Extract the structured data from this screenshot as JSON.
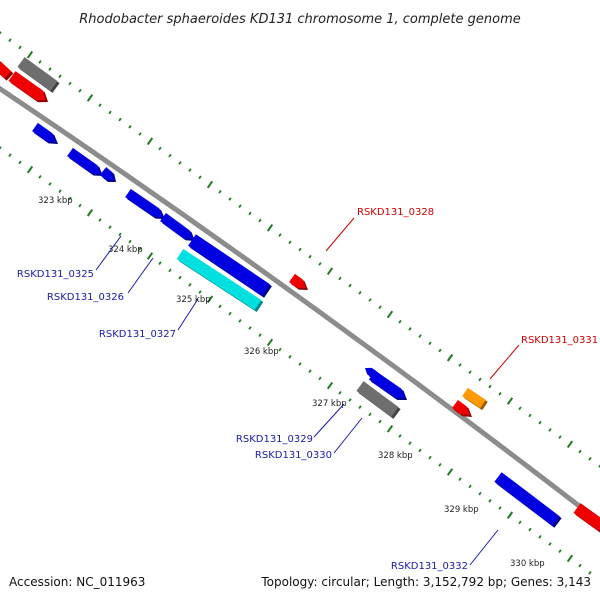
{
  "title": "Rhodobacter sphaeroides KD131 chromosome 1, complete genome",
  "footer": {
    "accession": "Accession: NC_011963",
    "summary": "Topology: circular; Length: 3,152,792 bp; Genes: 3,143"
  },
  "ticks": [
    "323 kbp",
    "324 kbp",
    "325 kbp",
    "326 kbp",
    "327 kbp",
    "328 kbp",
    "329 kbp",
    "330 kbp"
  ],
  "labels": {
    "g0325": "RSKD131_0325",
    "g0326": "RSKD131_0326",
    "g0327": "RSKD131_0327",
    "g0328": "RSKD131_0328",
    "g0329": "RSKD131_0329",
    "g0330": "RSKD131_0330",
    "g0331": "RSKD131_0331",
    "g0332": "RSKD131_0332"
  },
  "colors": {
    "backbone": "#8c8c8c",
    "tick": "#1f7a1f",
    "gene_blue": "#0000e0",
    "gene_red": "#ee0000",
    "gene_gray": "#6e6e6e",
    "gene_cyan": "#00e0e0",
    "gene_orange": "#ff9900",
    "label_blue": "#1a1aa8",
    "label_red": "#cc0000"
  }
}
